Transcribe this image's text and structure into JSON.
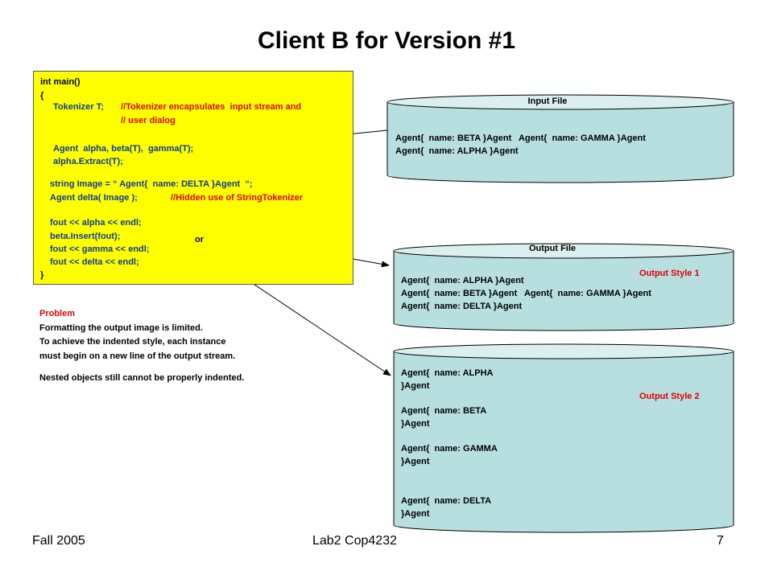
{
  "title": "Client B for Version #1",
  "code": {
    "line_main": "int main()",
    "line_open": "{",
    "tokenizer_decl": "Tokenizer T;",
    "tokenizer_comment": "//Tokenizer encapsulates  input stream and",
    "tokenizer_comment2": "// user dialog",
    "agents_decl": "Agent  alpha, beta(T),  gamma(T);",
    "extract_call": "alpha.Extract(T);",
    "string_decl": "string Image = “ Agent{  name: DELTA }Agent  “;",
    "delta_decl": "Agent delta( Image );",
    "delta_comment": "//Hidden use of StringTokenizer",
    "fout_alpha": "fout << alpha << endl;",
    "insert_call": "beta.Insert(fout);",
    "fout_gamma": "fout << gamma << endl;",
    "fout_delta": "fout << delta << endl;",
    "line_close": "}"
  },
  "or_label": "or",
  "problem": {
    "heading": "Problem",
    "line1": "Formatting the output image is limited.",
    "line2": "To achieve the indented style, each instance",
    "line3": "must begin on a new line of the output stream.",
    "line4": "Nested objects still cannot be properly indented."
  },
  "input_file": {
    "label": "Input File",
    "line1": "Agent{  name: BETA }Agent   Agent{  name: GAMMA }Agent",
    "line2": "Agent{  name: ALPHA }Agent"
  },
  "output_file": {
    "label": "Output File",
    "style_label": "Output Style 1",
    "line1": "Agent{  name: ALPHA }Agent",
    "line2": "Agent{  name: BETA }Agent   Agent{  name: GAMMA }Agent",
    "line3": "Agent{  name: DELTA }Agent"
  },
  "output_style2": {
    "style_label": "Output Style 2",
    "alpha_open": "Agent{  name: ALPHA",
    "alpha_close": "}Agent",
    "beta_open": "Agent{  name: BETA",
    "beta_close": "}Agent",
    "gamma_open": "Agent{  name: GAMMA",
    "gamma_close": "}Agent",
    "delta_open": "Agent{  name: DELTA",
    "delta_close": "}Agent"
  },
  "footer": {
    "left": "Fall 2005",
    "center": "Lab2 Cop4232",
    "page": "7"
  },
  "colors": {
    "code_bg": "#ffff00",
    "cylinder_fill": "#b8dfe0",
    "cylinder_top": "#dceff0",
    "accent_red": "#e00000",
    "code_blue": "#0a3c96"
  }
}
